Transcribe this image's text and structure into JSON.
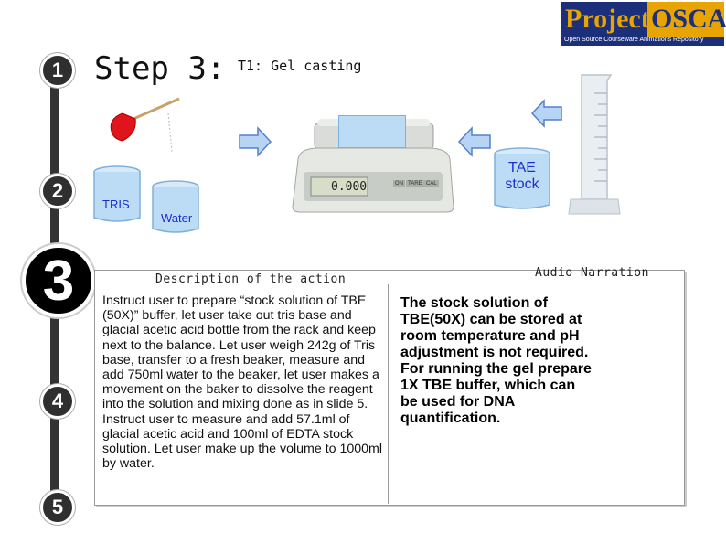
{
  "logo": {
    "text_project": "Project",
    "text_oscar": "OSCAR",
    "tagline": "Open Source Courseware Animations Repository"
  },
  "steps": [
    "1",
    "2",
    "3",
    "4",
    "5"
  ],
  "active_step": "3",
  "header": {
    "step_title": "Step 3:",
    "task_title": "T1: Gel casting"
  },
  "scene": {
    "beaker_tris_label": "TRIS",
    "beaker_water_label": "Water",
    "balance_display": "0.000",
    "balance_buttons": [
      "ON",
      "TARE",
      "CAL"
    ],
    "stock_label_line1": "TAE",
    "stock_label_line2": "stock"
  },
  "panel": {
    "description_title": "Description of the action",
    "audio_title": "Audio Narration",
    "description_text": "Instruct user to prepare “stock solution of TBE (50X)” buffer, let user take out tris base and glacial acetic acid bottle from the rack and keep next to the balance. Let user weigh 242g of Tris base, transfer to a fresh beaker, measure and add 750ml water to the beaker, let user makes a movement on the baker to dissolve the reagent into the solution and mixing done as in slide 5. Instruct user to measure and add 57.1ml of glacial acetic acid and 100ml of EDTA stock solution. Let user make up the volume to 1000ml by water.",
    "audio_text": "The stock solution of TBE(50X) can be stored at room temperature and pH adjustment is not required. For running the gel prepare 1X TBE buffer, which can be used for DNA quantification."
  },
  "colors": {
    "accent_blue": "#1a2fd0",
    "arrow_fill": "#b8d4f5",
    "arrow_stroke": "#5580c8",
    "logo_gold": "#e8a400",
    "logo_blue": "#1c2f7a"
  }
}
